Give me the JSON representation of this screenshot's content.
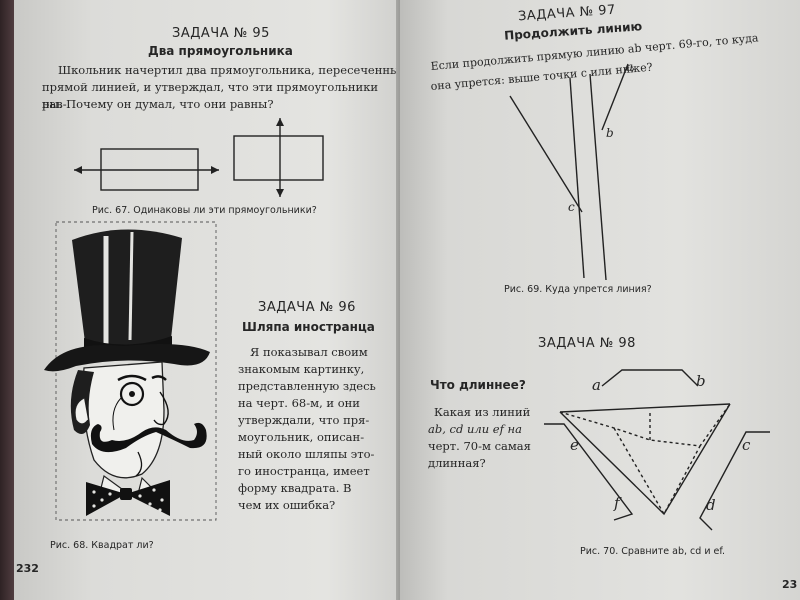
{
  "left_page": {
    "p95": {
      "heading": "ЗАДАЧА № 95",
      "subtitle": "Два прямоугольника",
      "lines": [
        "Школьник начертил два прямоугольника, пересеченные",
        "прямой линией, и утверждал, что эти прямоугольники рав-",
        "ны. Почему он думал, что они равны?"
      ],
      "caption": "Рис. 67. Одинаковы ли эти прямоугольники?"
    },
    "p96": {
      "heading": "ЗАДАЧА № 96",
      "subtitle": "Шляпа иностранца",
      "lines": [
        "Я показывал своим",
        "знакомым картинку,",
        "представленную здесь",
        "на черт. 68-м, и они",
        "утверждали, что пря-",
        "моугольник, описан-",
        "ный около шляпы это-",
        "го иностранца, имеет",
        "форму квадрата. В",
        "чем их ошибка?"
      ],
      "caption": "Рис. 68. Квадрат ли?"
    },
    "page_number": "232"
  },
  "right_page": {
    "p97": {
      "heading_partial": "ЗАДАЧА № 97",
      "subtitle": "Продолжить линию",
      "lines": [
        "Если продолжить прямую линию ab черт. 69-го, то куда",
        "она упрется: выше точки c или ниже?"
      ],
      "caption": "Рис. 69. Куда упрется линия?",
      "labels": {
        "a": "a",
        "b": "b",
        "c": "c"
      }
    },
    "p98": {
      "heading": "ЗАДАЧА № 98",
      "subtitle": "Что длиннее?",
      "lines": [
        "Какая из линий",
        "ab, cd или ef на",
        "черт. 70-м самая",
        "длинная?"
      ],
      "caption": "Рис. 70. Сравните ab, cd и ef.",
      "labels": {
        "a": "a",
        "b": "b",
        "c": "c",
        "d": "d",
        "e": "e",
        "f": "f"
      }
    },
    "page_number": "23"
  }
}
